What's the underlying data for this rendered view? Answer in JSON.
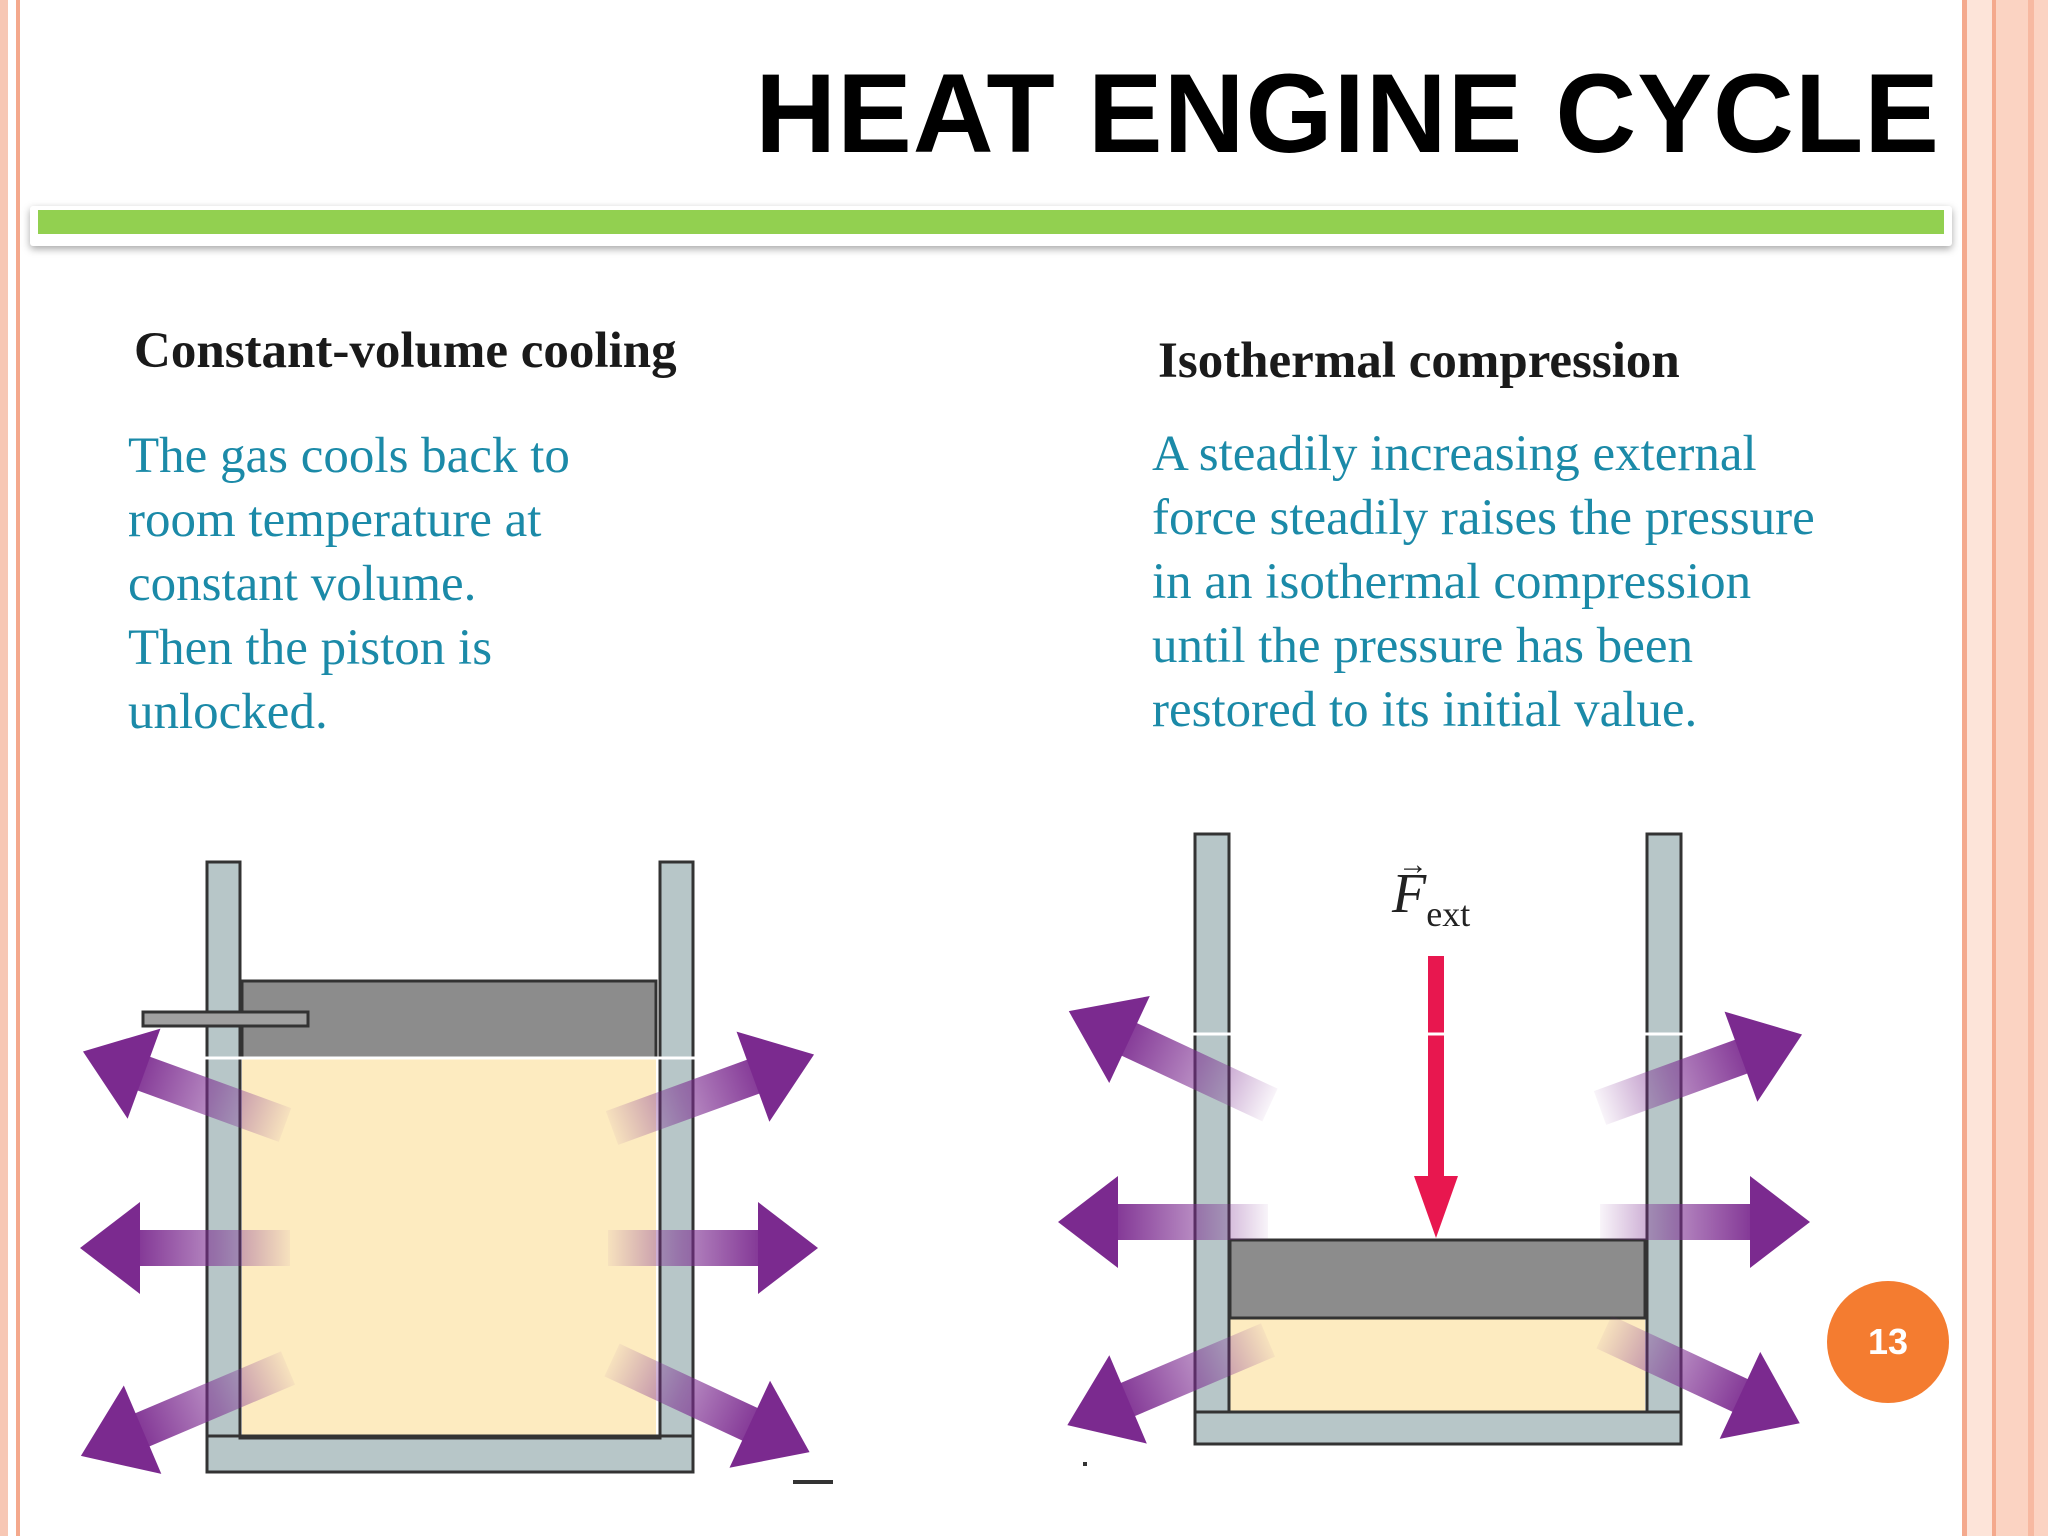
{
  "slide": {
    "title": "HEAT ENGINE CYCLE",
    "page_number": "13",
    "accent_color": "#92d050",
    "badge_color": "#f47c30"
  },
  "left_panel": {
    "heading": "Constant-volume cooling",
    "text_lines": [
      "The gas cools back to",
      "room temperature at",
      "constant volume.",
      "Then the piston is",
      "unlocked."
    ]
  },
  "right_panel": {
    "heading": "Isothermal compression",
    "text_lines": [
      "A steadily increasing external",
      "force steadily raises the pressure",
      "in an isothermal compression",
      "until the pressure has been",
      "restored to its initial value."
    ],
    "force_label": "F",
    "force_subscript": "ext"
  },
  "colors": {
    "gas": "#fdebc0",
    "piston": "#8c8c8c",
    "cylinder_wall": "#b7c6c8",
    "heat_arrow": "#7b2a8f",
    "force_arrow": "#e8174f",
    "text_blue": "#1b8aa8"
  }
}
